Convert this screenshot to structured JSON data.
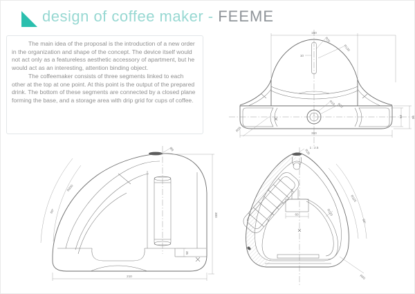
{
  "theme": {
    "accent": "#2bbfae",
    "title_color": "#97d8d2",
    "brand_color": "#8f9499",
    "line_color": "#6a6a6a",
    "dim_color": "#8a8a8a"
  },
  "header": {
    "title_teal": "design of coffee maker - ",
    "title_brand": "FEEME"
  },
  "description": {
    "paragraph1": "The main idea of the proposal is the introduction of a new order in the organization and shape of the concept. The device itself would not act only as a featureless aesthetic accessory of apartment, but he would act as an interesting, attention binding object.",
    "paragraph2": "The coffeemaker consists of three segments linked to each other at the top at one point. At this point is the output of the prepared drink. The bottom of these segments are connected by a closed plane forming the base, and a storage area with drip grid for cups of coffee."
  },
  "front_view": {
    "dims": {
      "top_width": "150",
      "slot_width": "10",
      "slot_radius_small": "R20",
      "slot_radius_large": "R130",
      "base_width": "360",
      "base_height": "90",
      "pad_height": "45",
      "pad_radius": "R35",
      "button_outer": "R22",
      "button_inner": "R10",
      "scale_note": "1 : 2.5"
    }
  },
  "side_view": {
    "dims": {
      "height": "300",
      "depth": "210",
      "base_step": "35",
      "profile_radius": "R300",
      "profile_angle": "60°",
      "spout_dia": "Ø8"
    }
  },
  "top_view": {
    "dims": {
      "apex_radius": "R30",
      "edge_radius": "R320",
      "edge_angle": "60°",
      "corner_radius": "R50",
      "inner_radius": "R120",
      "center_width": "60"
    }
  }
}
